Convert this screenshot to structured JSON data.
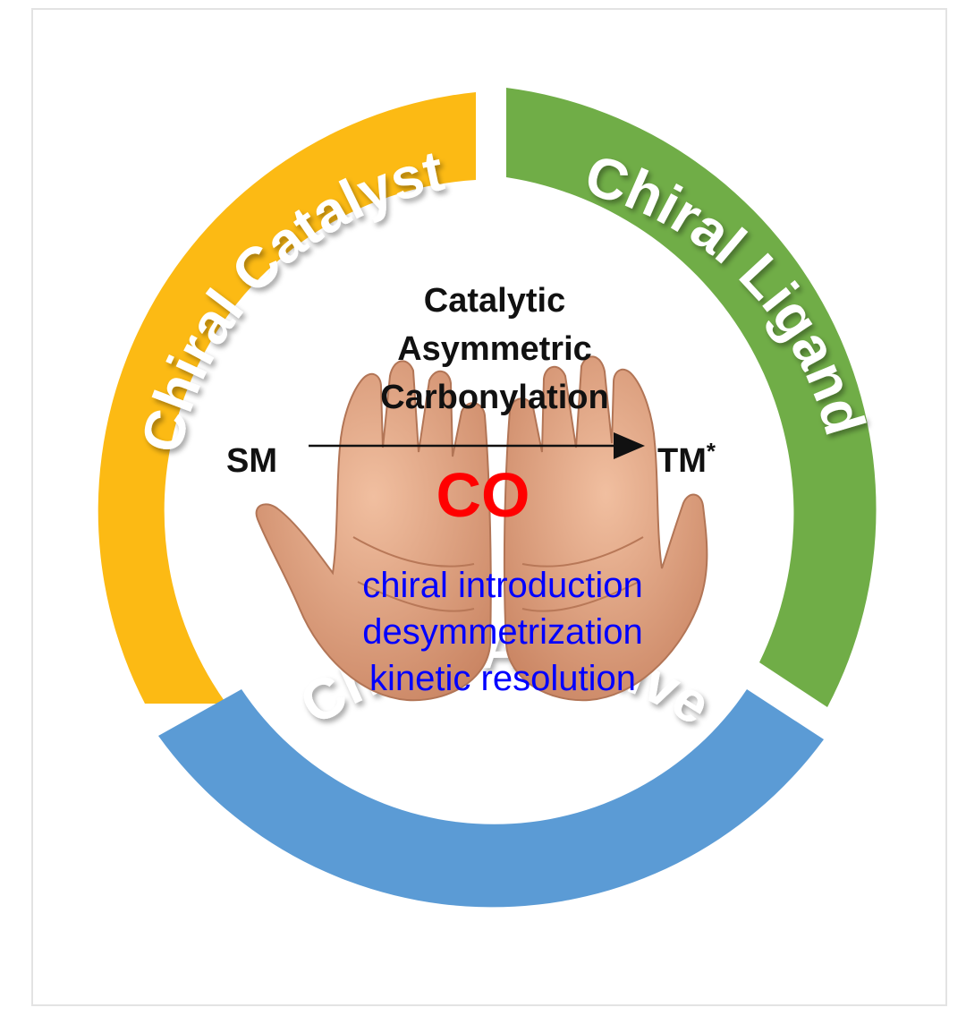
{
  "colors": {
    "catalyst": "#FCBA14",
    "ligand": "#70AD47",
    "additive": "#5B9BD5",
    "co": "#FF0000",
    "modes": "#0000FF",
    "skin": "#E2A47F"
  },
  "segments": {
    "catalyst": {
      "label": "Chiral Catalyst"
    },
    "ligand": {
      "label": "Chiral Ligand"
    },
    "additive": {
      "label": "Chiral Additive"
    }
  },
  "center": {
    "title": [
      "Catalytic",
      "Asymmetric",
      "Carbonylation"
    ],
    "reactant": "SM",
    "product": "TM",
    "product_mark": "*",
    "reagent": "CO",
    "modes": [
      "chiral introduction",
      "desymmetrization",
      "kinetic resolution"
    ]
  },
  "icons": {
    "hands": "open-palms-icon",
    "arrow": "reaction-arrow-icon"
  }
}
